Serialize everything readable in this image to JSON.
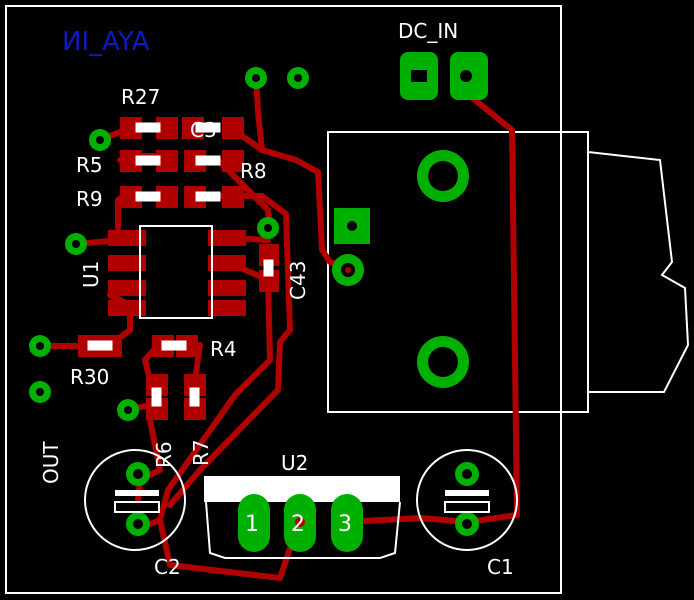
{
  "board": {
    "title_mirrored": "ИI_AYA",
    "labels": {
      "dc_in": "DC_IN",
      "r27": "R27",
      "c3": "C3",
      "r5": "R5",
      "r8": "R8",
      "r9": "R9",
      "u1": "U1",
      "c43": "C43",
      "r4": "R4",
      "r30": "R30",
      "out": "OUT",
      "r6": "R6",
      "r7": "R7",
      "u2": "U2",
      "c2": "C2",
      "c1": "C1"
    },
    "u2_pins": [
      "1",
      "2",
      "3"
    ]
  },
  "colors": {
    "background": "#000000",
    "copper": "#b00000",
    "pad": "#00b000",
    "silkscreen": "#ffffff",
    "title": "#1018c0"
  }
}
